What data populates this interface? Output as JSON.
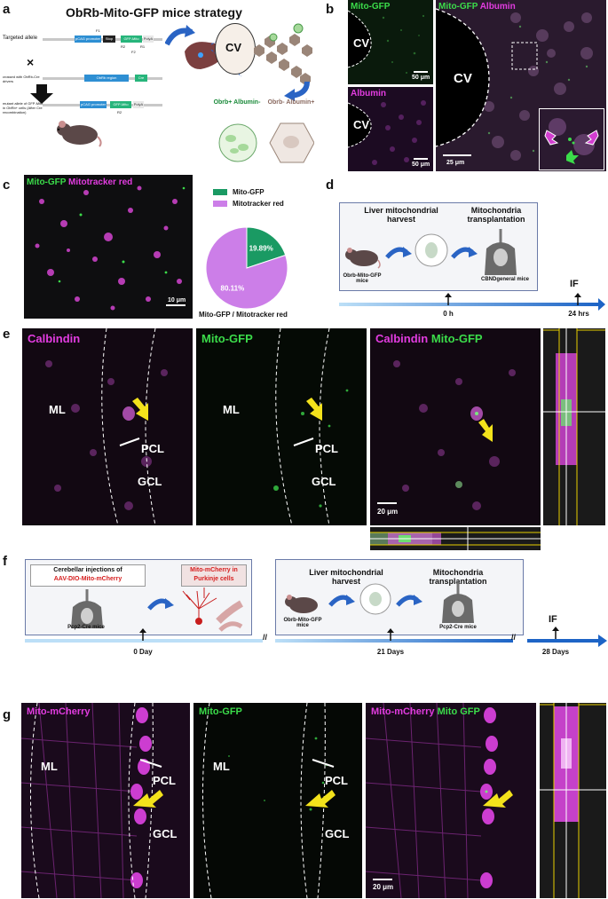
{
  "panel_letters": {
    "a": "a",
    "b": "b",
    "c": "c",
    "d": "d",
    "e": "e",
    "f": "f",
    "g": "g"
  },
  "a": {
    "title": "ObRb-Mito-GFP mice strategy",
    "row1_label": "Targeted allele",
    "row2_label": "crossed with ObRb-Cre drivers",
    "row3_label": "mutant allele of GFP-Mito in ObRb+ cells (After Cre recombination)",
    "seg_promoter": "pCAG promoter",
    "seg_stop": "Stop",
    "seg_gfp": "GFP-Mito",
    "seg_polya": "PolyA",
    "seg_obrb": "ObRb region",
    "seg_cre": "Cre",
    "cross": "×",
    "cv": "CV",
    "obrb_pos": "Obrb+ Albumin-",
    "obrb_neg": "Obrb- Albumin+",
    "primer_labels": [
      "F1",
      "R2",
      "F2",
      "R1",
      "R2"
    ]
  },
  "b": {
    "tl": "Mito-GFP",
    "bl": "Albumin",
    "right_a": "Mito-GFP",
    "right_b": "Albumin",
    "cv": "CV",
    "sb_small": "50 μm",
    "sb_large": "25 μm"
  },
  "c": {
    "label_a": "Mito-GFP",
    "label_b": "Mitotracker red",
    "scalebar": "10 μm",
    "caption": "Mito-GFP /  Mitotracker red",
    "legend": [
      {
        "name": "Mito-GFP",
        "color": "#1a9a63"
      },
      {
        "name": "Mitotracker red",
        "color": "#cc7ee8"
      }
    ]
  },
  "chart_data": {
    "type": "pie",
    "title": "",
    "caption": "Mito-GFP /  Mitotracker red",
    "slices": [
      {
        "name": "Mito-GFP",
        "value": 19.89,
        "label": "19.89%",
        "color": "#1a9a63"
      },
      {
        "name": "Mitotracker red",
        "value": 80.11,
        "label": "80.11%",
        "color": "#cc7ee8"
      }
    ]
  },
  "d": {
    "step1": "Liver mitochondrial harvest",
    "step2": "Mitochondria transplantation",
    "mouse1": "Obrb-Mito-GFP mice",
    "mouse2": "CBNDgeneral mice",
    "t0": "0 h",
    "t1": "24 hrs",
    "endpoint": "IF"
  },
  "e": {
    "p1": "Calbindin",
    "p2": "Mito-GFP",
    "p3a": "Calbindin",
    "p3b": "Mito-GFP",
    "ml": "ML",
    "pcl": "PCL",
    "gcl": "GCL",
    "scalebar": "20 μm"
  },
  "f": {
    "inj_a": "Cerebellar injections of",
    "inj_b": "AAV-DIO-Mito-mCherry",
    "purk": "Mito-mCherry in Purkinje cells",
    "step1": "Liver mitochondrial harvest",
    "step2": "Mitochondria transplantation",
    "mouse_pcp": "Pcp2-Cre mice",
    "mouse_obrb": "Obrb-Mito-GFP mice",
    "mouse_pcp2": "Pcp2-Cre mice",
    "t0": "0 Day",
    "t1": "21 Days",
    "t2": "28 Days",
    "endpoint": "IF",
    "break": "//"
  },
  "g": {
    "p1": "Mito-mCherry",
    "p2": "Mito-GFP",
    "p3a": "Mito-mCherry",
    "p3b": "Mito GFP",
    "ml": "ML",
    "pcl": "PCL",
    "gcl": "GCL",
    "scalebar": "20 μm"
  }
}
